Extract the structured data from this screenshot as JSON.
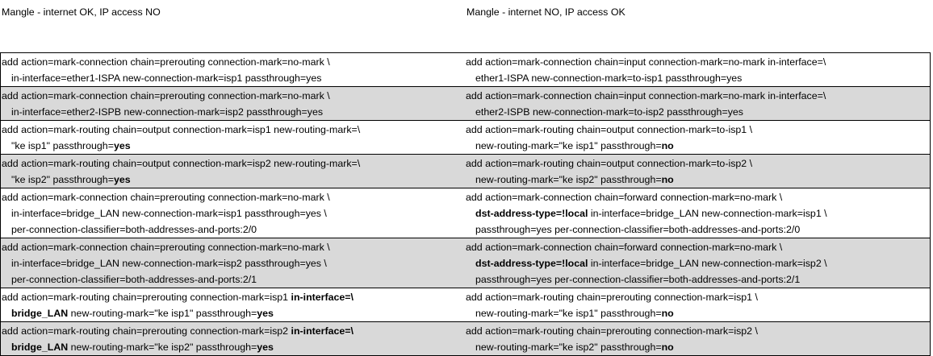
{
  "headers": {
    "left": "Mangle - internet OK, IP access NO",
    "right": "Mangle - internet NO, IP access OK"
  },
  "rows": [
    {
      "shaded": false,
      "left": [
        [
          {
            "t": "add action=mark-connection chain=prerouting connection-mark=no-mark \\"
          }
        ],
        [
          {
            "t": "in-interface=ether1-ISPA new-connection-mark=isp1 passthrough=yes"
          }
        ]
      ],
      "right": [
        [
          {
            "t": "add action=mark-connection chain=input connection-mark=no-mark in-interface=\\"
          }
        ],
        [
          {
            "t": "ether1-ISPA new-connection-mark=to-isp1 passthrough=yes"
          }
        ]
      ]
    },
    {
      "shaded": true,
      "left": [
        [
          {
            "t": "add action=mark-connection chain=prerouting connection-mark=no-mark \\"
          }
        ],
        [
          {
            "t": "in-interface=ether2-ISPB new-connection-mark=isp2 passthrough=yes"
          }
        ]
      ],
      "right": [
        [
          {
            "t": "add action=mark-connection chain=input connection-mark=no-mark in-interface=\\"
          }
        ],
        [
          {
            "t": "ether2-ISPB new-connection-mark=to-isp2 passthrough=yes"
          }
        ]
      ]
    },
    {
      "shaded": false,
      "left": [
        [
          {
            "t": "add action=mark-routing chain=output connection-mark=isp1 new-routing-mark=\\"
          }
        ],
        [
          {
            "t": "\"ke isp1\" passthrough="
          },
          {
            "t": "yes",
            "b": true
          }
        ]
      ],
      "right": [
        [
          {
            "t": "add action=mark-routing chain=output connection-mark=to-isp1 \\"
          }
        ],
        [
          {
            "t": "new-routing-mark=\"ke isp1\" passthrough="
          },
          {
            "t": "no",
            "b": true
          }
        ]
      ]
    },
    {
      "shaded": true,
      "left": [
        [
          {
            "t": "add action=mark-routing chain=output connection-mark=isp2 new-routing-mark=\\"
          }
        ],
        [
          {
            "t": "\"ke isp2\" passthrough="
          },
          {
            "t": "yes",
            "b": true
          }
        ]
      ],
      "right": [
        [
          {
            "t": "add action=mark-routing chain=output connection-mark=to-isp2 \\"
          }
        ],
        [
          {
            "t": "new-routing-mark=\"ke isp2\" passthrough="
          },
          {
            "t": "no",
            "b": true
          }
        ]
      ]
    },
    {
      "shaded": false,
      "left": [
        [
          {
            "t": "add action=mark-connection chain=prerouting connection-mark=no-mark \\"
          }
        ],
        [
          {
            "t": "in-interface=bridge_LAN new-connection-mark=isp1 passthrough=yes \\"
          }
        ],
        [
          {
            "t": "per-connection-classifier=both-addresses-and-ports:2/0"
          }
        ]
      ],
      "right": [
        [
          {
            "t": "add action=mark-connection chain=forward connection-mark=no-mark \\"
          }
        ],
        [
          {
            "t": "dst-address-type=!local",
            "b": true
          },
          {
            "t": " in-interface=bridge_LAN new-connection-mark=isp1 \\"
          }
        ],
        [
          {
            "t": "passthrough=yes per-connection-classifier=both-addresses-and-ports:2/0"
          }
        ]
      ]
    },
    {
      "shaded": true,
      "left": [
        [
          {
            "t": "add action=mark-connection chain=prerouting connection-mark=no-mark \\"
          }
        ],
        [
          {
            "t": "in-interface=bridge_LAN new-connection-mark=isp2 passthrough=yes \\"
          }
        ],
        [
          {
            "t": "per-connection-classifier=both-addresses-and-ports:2/1"
          }
        ]
      ],
      "right": [
        [
          {
            "t": "add action=mark-connection chain=forward connection-mark=no-mark \\"
          }
        ],
        [
          {
            "t": "dst-address-type=!local",
            "b": true
          },
          {
            "t": " in-interface=bridge_LAN new-connection-mark=isp2 \\"
          }
        ],
        [
          {
            "t": "passthrough=yes per-connection-classifier=both-addresses-and-ports:2/1"
          }
        ]
      ]
    },
    {
      "shaded": false,
      "left": [
        [
          {
            "t": "add action=mark-routing chain=prerouting connection-mark=isp1 "
          },
          {
            "t": "in-interface=\\",
            "b": true
          }
        ],
        [
          {
            "t": "bridge_LAN",
            "b": true
          },
          {
            "t": " new-routing-mark=\"ke isp1\" passthrough="
          },
          {
            "t": "yes",
            "b": true
          }
        ]
      ],
      "right": [
        [
          {
            "t": "add action=mark-routing chain=prerouting connection-mark=isp1 \\"
          }
        ],
        [
          {
            "t": "new-routing-mark=\"ke isp1\" passthrough="
          },
          {
            "t": "no",
            "b": true
          }
        ]
      ]
    },
    {
      "shaded": true,
      "left": [
        [
          {
            "t": "add action=mark-routing chain=prerouting connection-mark=isp2 "
          },
          {
            "t": "in-interface=\\",
            "b": true
          }
        ],
        [
          {
            "t": "bridge_LAN",
            "b": true
          },
          {
            "t": " new-routing-mark=\"ke isp2\" passthrough="
          },
          {
            "t": "yes",
            "b": true
          }
        ]
      ],
      "right": [
        [
          {
            "t": "add action=mark-routing chain=prerouting connection-mark=isp2 \\"
          }
        ],
        [
          {
            "t": "new-routing-mark=\"ke isp2\" passthrough="
          },
          {
            "t": "no",
            "b": true
          }
        ]
      ]
    }
  ]
}
